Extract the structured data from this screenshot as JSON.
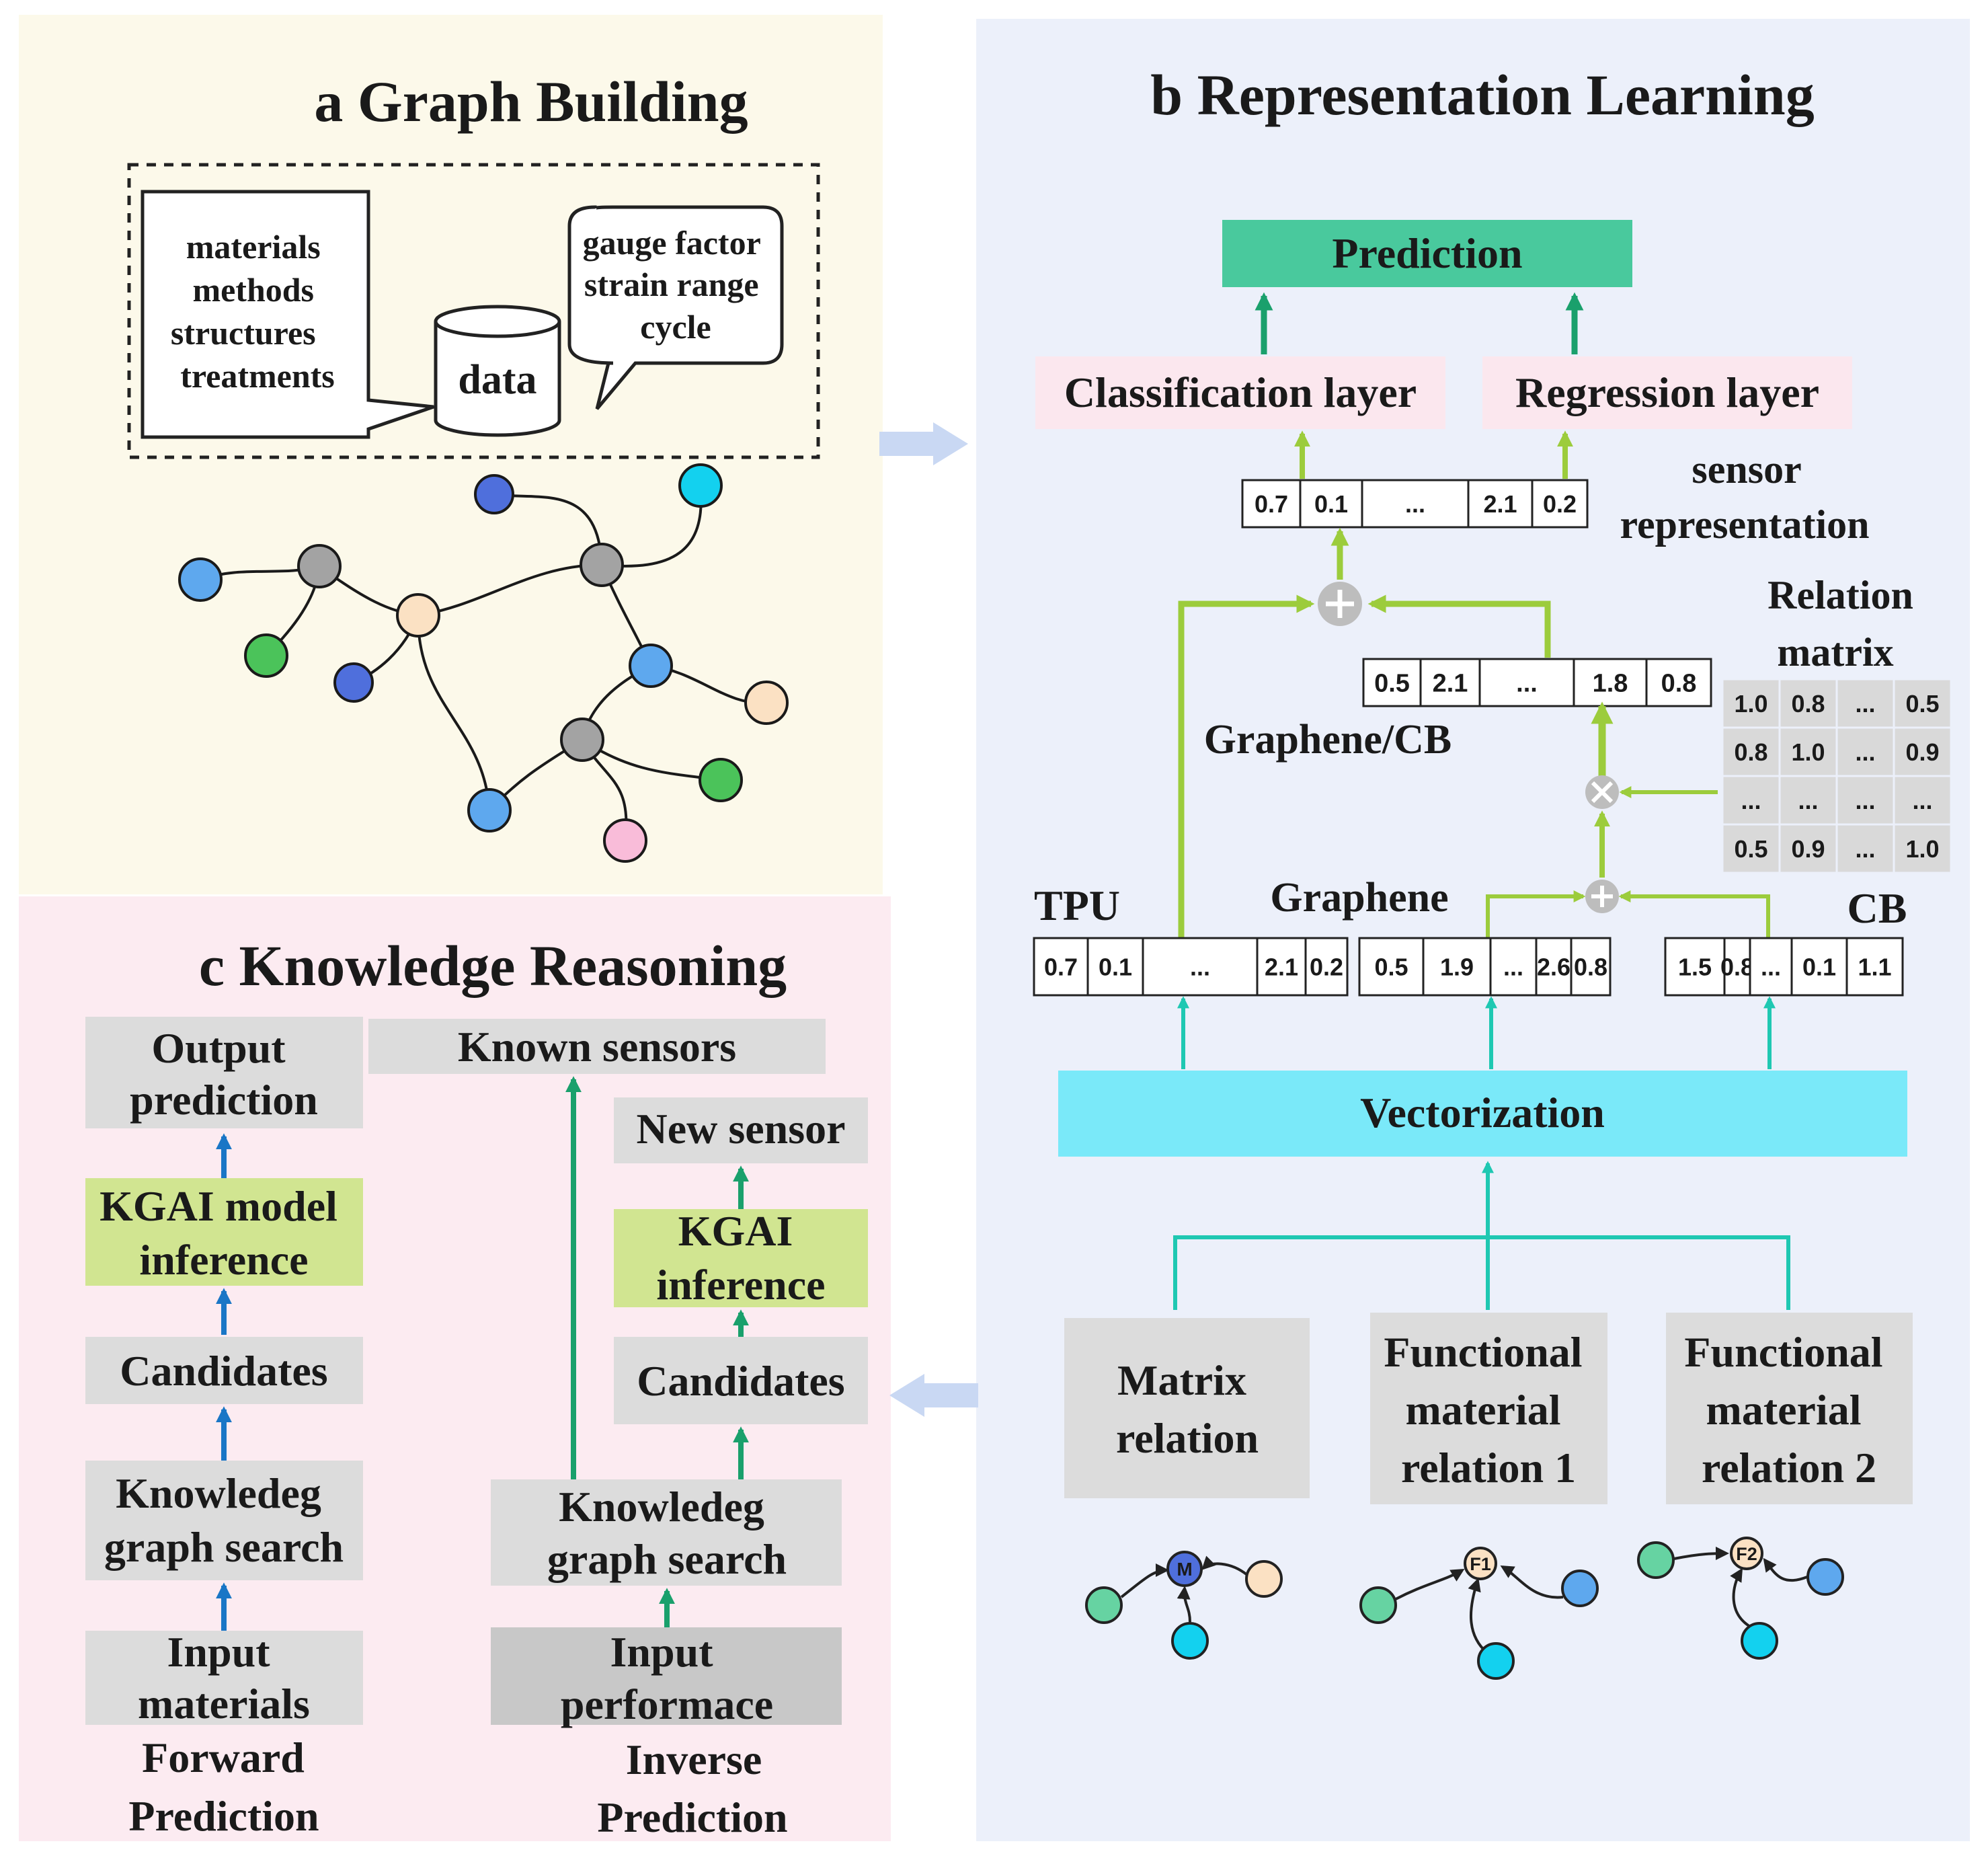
{
  "panel_a": {
    "title": "a Graph Building",
    "attributes": [
      "materials",
      "methods",
      "structures",
      "treatments"
    ],
    "data_label": "data",
    "properties": [
      "gauge factor",
      "strain range",
      "cycle"
    ]
  },
  "panel_b": {
    "title": "b Representation Learning",
    "prediction": "Prediction",
    "classification_layer": "Classification layer",
    "regression_layer": "Regression layer",
    "sensor_rep_label": [
      "sensor",
      "representation"
    ],
    "sensor_vector": [
      "0.7",
      "0.1",
      "...",
      "2.1",
      "0.2"
    ],
    "relation_matrix_label": [
      "Relation",
      "matrix"
    ],
    "relation_matrix": [
      [
        "1.0",
        "0.8",
        "...",
        "0.5"
      ],
      [
        "0.8",
        "1.0",
        "...",
        "0.9"
      ],
      [
        "...",
        "...",
        "...",
        "..."
      ],
      [
        "0.5",
        "0.9",
        "...",
        "1.0"
      ]
    ],
    "composite_label": "Graphene/CB",
    "composite_vector": [
      "0.5",
      "2.1",
      "...",
      "1.8",
      "0.8"
    ],
    "tpu_label": "TPU",
    "tpu_vector": [
      "0.7",
      "0.1",
      "...",
      "2.1",
      "0.2"
    ],
    "graphene_label": "Graphene",
    "graphene_vector": [
      "0.5",
      "1.9",
      "...",
      "2.6",
      "0.8"
    ],
    "cb_label": "CB",
    "cb_vector": [
      "1.5",
      "0.8",
      "...",
      "0.1",
      "1.1"
    ],
    "vectorization": "Vectorization",
    "relations": [
      {
        "lines": [
          "Matrix",
          "relation"
        ],
        "node": "M"
      },
      {
        "lines": [
          "Functional",
          "material",
          "relation 1"
        ],
        "node": "F1"
      },
      {
        "lines": [
          "Functional",
          "material",
          "relation 2"
        ],
        "node": "F2"
      }
    ]
  },
  "panel_c": {
    "title": "c Knowledge Reasoning",
    "forward": {
      "output": [
        "Output",
        "prediction"
      ],
      "inference": [
        "KGAI model",
        "inference"
      ],
      "candidates": "Candidates",
      "search": [
        "Knowledeg",
        "graph search"
      ],
      "input": [
        "Input",
        "materials"
      ],
      "caption": [
        "Forward",
        "Prediction"
      ]
    },
    "known_sensors": "Known sensors",
    "inverse": {
      "new_sensor": "New sensor",
      "inference": [
        "KGAI",
        "inference"
      ],
      "candidates": "Candidates",
      "search": [
        "Knowledeg",
        "graph search"
      ],
      "input": [
        "Input",
        "performace"
      ],
      "caption": [
        "Inverse",
        "Prediction"
      ]
    }
  },
  "colors": {
    "panel_a_bg": "#fcf9ea",
    "panel_b_bg": "#ecf0fa",
    "panel_c_bg": "#fcebf1",
    "prediction": "#49c99d",
    "vectorization": "#7ae9f9",
    "layer_box": "#fbe7ee",
    "gray_box": "#dcdcdc",
    "kgai_box": "#d1e591",
    "lime_arrow": "#9ccc3c",
    "teal_arrow": "#1fc8b2",
    "green_arrow": "#1aa06c",
    "blue_arrow": "#1a76c6",
    "node_blue": "#5ea8ee",
    "node_royal": "#4f6fdc",
    "node_cyan": "#13d1ef",
    "node_gray": "#a3a3a3",
    "node_peach": "#fbe1c3",
    "node_green": "#4bc35a",
    "node_pink": "#f9bcd9",
    "node_mint": "#66d3a2"
  }
}
